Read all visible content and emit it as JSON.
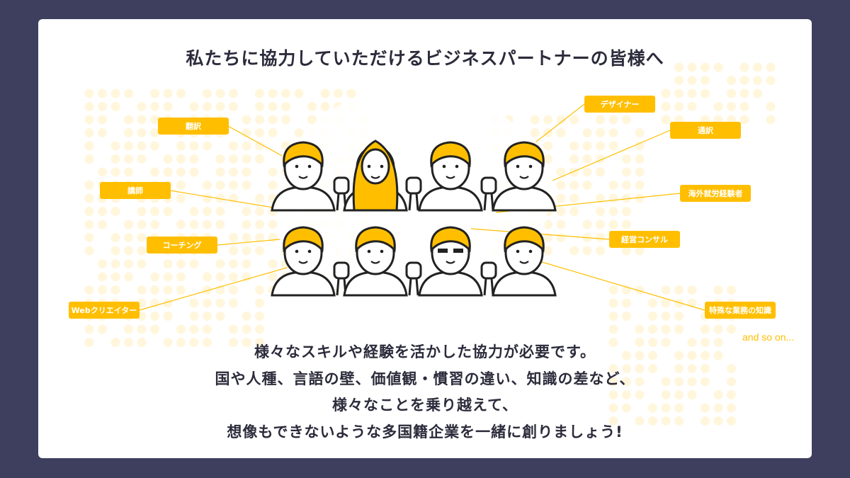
{
  "title": "私たちに協力していただけるビジネスパートナーの皆様へ",
  "labels_left": [
    "翻訳",
    "講師",
    "コーチング",
    "Webクリエイター"
  ],
  "labels_right": [
    "デザイナー",
    "通訳",
    "海外就労経験者",
    "経営コンサル",
    "特殊な業務の知識"
  ],
  "more": "and so on...",
  "body": [
    "様々なスキルや経験を活かした協力が必要です。",
    "国や人種、言語の壁、価値観・慣習の違い、知識の差など、",
    "様々なことを乗り越えて、",
    "想像もできないような多国籍企業を一緒に創りましょう!"
  ],
  "colors": {
    "accent": "#ffbf00",
    "background": "#3e3f5e",
    "text": "#2b2b3b"
  }
}
